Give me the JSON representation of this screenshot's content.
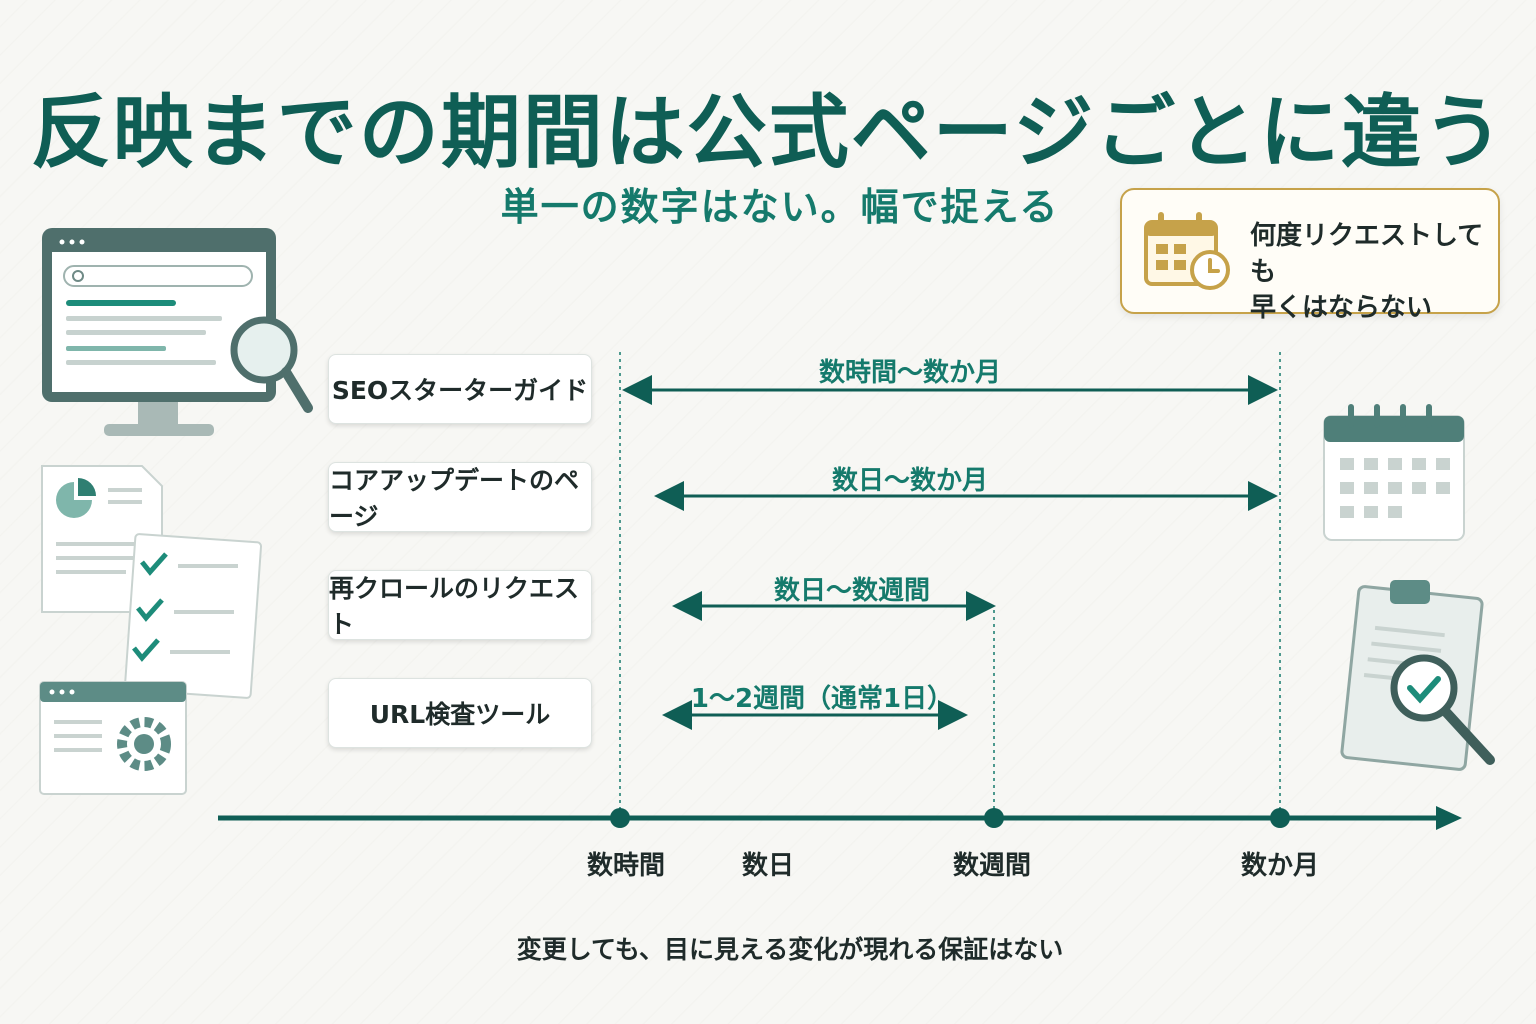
{
  "title": "反映までの期間は公式ページごとに違う",
  "subtitle": "単一の数字はない。幅で捉える",
  "note": {
    "line1": "何度リクエストしても",
    "line2": "早くはならない"
  },
  "rows": [
    {
      "label": "SEOスターターガイド",
      "range": "数時間～数か月"
    },
    {
      "label": "コアアップデートのページ",
      "range": "数日～数か月"
    },
    {
      "label": "再クロールのリクエスト",
      "range": "数日～数週間"
    },
    {
      "label": "URL検査ツール",
      "range": "1～2週間（通常1日）"
    }
  ],
  "axis": {
    "ticks": [
      "数時間",
      "数日",
      "数週間",
      "数か月"
    ]
  },
  "footer": "変更しても、目に見える変化が現れる保証はない",
  "colors": {
    "primary": "#0f5e55",
    "accent": "#157a6c",
    "gold": "#c6a24a"
  }
}
